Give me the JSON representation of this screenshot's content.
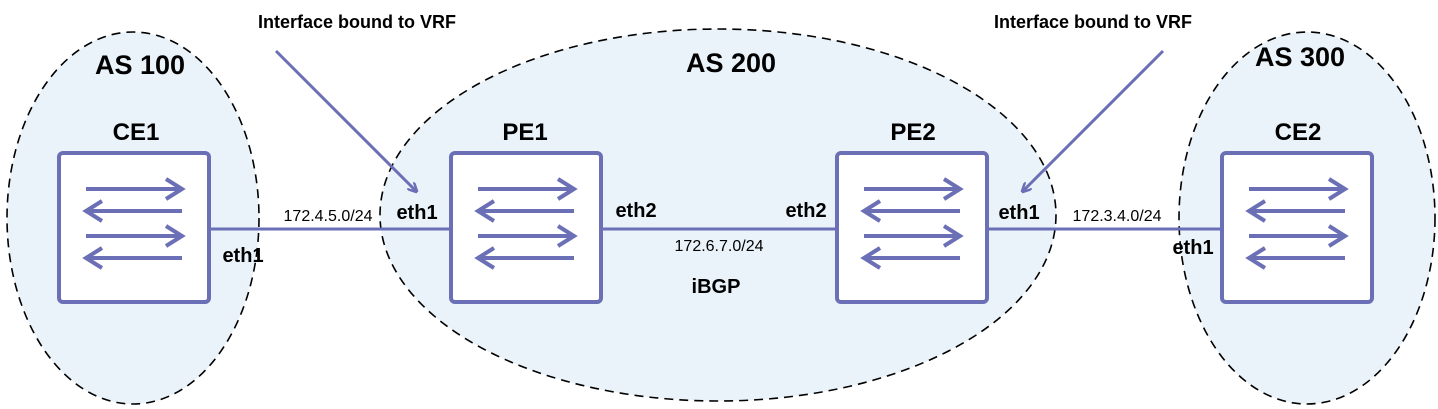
{
  "autonomous_systems": [
    {
      "id": "as100",
      "label": "AS 100"
    },
    {
      "id": "as200",
      "label": "AS 200"
    },
    {
      "id": "as300",
      "label": "AS 300"
    }
  ],
  "routers": [
    {
      "id": "ce1",
      "label": "CE1"
    },
    {
      "id": "pe1",
      "label": "PE1"
    },
    {
      "id": "pe2",
      "label": "PE2"
    },
    {
      "id": "ce2",
      "label": "CE2"
    }
  ],
  "interfaces": {
    "ce1_eth1": "eth1",
    "pe1_eth1": "eth1",
    "pe1_eth2": "eth2",
    "pe2_eth2": "eth2",
    "pe2_eth1": "eth1",
    "ce2_eth1": "eth1"
  },
  "links": [
    {
      "id": "ce1-pe1",
      "subnet": "172.4.5.0/24"
    },
    {
      "id": "pe1-pe2",
      "subnet": "172.6.7.0/24",
      "protocol": "iBGP"
    },
    {
      "id": "pe2-ce2",
      "subnet": "172.3.4.0/24"
    }
  ],
  "annotations": [
    {
      "id": "vrf-note-left",
      "text": "Interface bound to VRF"
    },
    {
      "id": "vrf-note-right",
      "text": "Interface bound to VRF"
    }
  ],
  "colors": {
    "router_stroke": "#6b6fb5",
    "link": "#6b6fb5",
    "cloud_fill": "#eaf3fa",
    "cloud_stroke": "#000000"
  }
}
